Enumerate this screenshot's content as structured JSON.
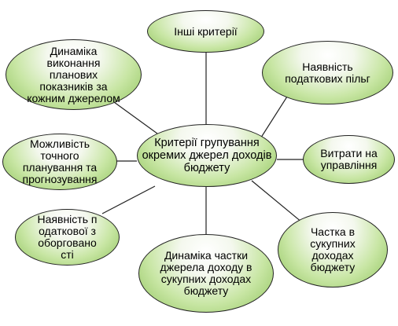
{
  "diagram": {
    "type": "radial-mind-map",
    "colors": {
      "fill_light": "#f4f8ee",
      "fill_dark": "#8fc35c",
      "stroke": "#222222",
      "connector": "#222222"
    },
    "center": "Критерії групування окремих джерел доходів бюджету",
    "nodes": [
      {
        "id": "other",
        "label": "Інші критерії"
      },
      {
        "id": "tax-benefits",
        "label": "Наявність податкових пільг"
      },
      {
        "id": "admin-costs",
        "label": "Витрати на управління"
      },
      {
        "id": "share-total",
        "label": "Частка в сукупних доходах бюджету"
      },
      {
        "id": "share-dynamics",
        "label": "Динаміка частки джерела доходу в сукупних доходах бюджету"
      },
      {
        "id": "tax-arrears",
        "label": "Наявність податкової зоборгованості"
      },
      {
        "id": "planning",
        "label": "Можливість точного планування та прогнозування"
      },
      {
        "id": "plan-dynamics",
        "label": "Динаміка виконання планових показників за кожним джерелом"
      }
    ]
  }
}
